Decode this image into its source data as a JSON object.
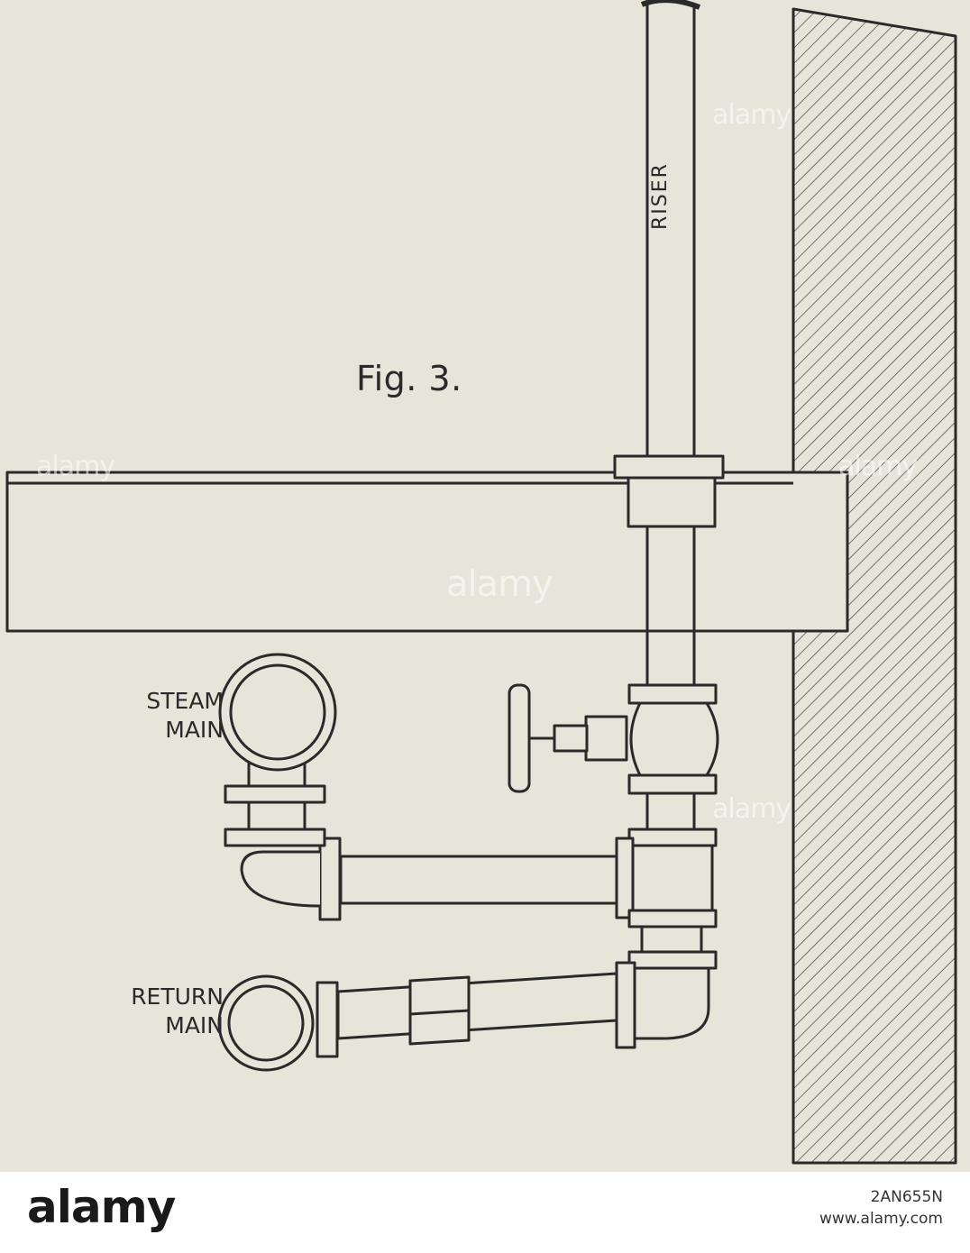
{
  "figure": {
    "caption": "Fig. 3.",
    "labels": {
      "riser": "RISER",
      "steam_main_line1": "STEAM",
      "steam_main_line2": "MAIN",
      "return_main_line1": "RETURN",
      "return_main_line2": "MAIN"
    }
  },
  "watermark": {
    "text": "alamy"
  },
  "footer": {
    "logo": "alamy",
    "image_id": "2AN655N",
    "url": "www.alamy.com"
  },
  "colors": {
    "paper": "#e7e4da",
    "ink": "#2a2a2a",
    "footer_bg": "#ffffff"
  }
}
